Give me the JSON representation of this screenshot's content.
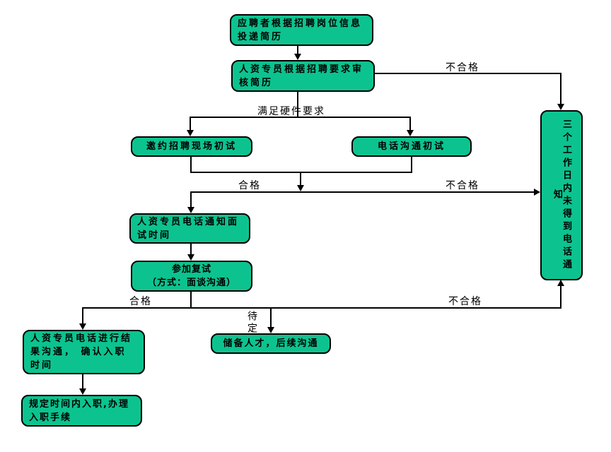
{
  "diagram": {
    "type": "flowchart",
    "language": "zh-CN",
    "topic": "recruitment-hiring-process",
    "colors": {
      "node_fill": "#0cc38f",
      "node_border": "#000000",
      "connector": "#000000",
      "background": "#ffffff",
      "text": "#000000"
    },
    "nodes": {
      "submit_resume": {
        "text": "应聘者根据招聘岗位信息投递简历"
      },
      "review_resume": {
        "text": "人资专员根据招聘要求审核简历"
      },
      "onsite_first_interview": {
        "text": "邀约招聘现场初试"
      },
      "phone_first_interview": {
        "text": "电话沟通初试"
      },
      "notify_interview_time": {
        "text": "人资专员电话通知面试时间"
      },
      "second_interview": {
        "text_line1": "参加复试",
        "text_line2": "（方式：面谈沟通）"
      },
      "result_communication": {
        "text": "人资专员电话进行结果沟通， 确认入职时间"
      },
      "onboarding": {
        "text": "规定时间内入职,办理入职手续"
      },
      "talent_pool": {
        "text": "储备人才，后续沟通"
      },
      "no_phone_notice": {
        "text": "三个工作日内未得到电话通知"
      }
    },
    "labels": {
      "unqualified_top": "不合格",
      "meets_hardware_requirements": "满足硬件要求",
      "qualified_mid": "合格",
      "unqualified_mid": "不合格",
      "qualified_bottom": "合格",
      "pending": "待定",
      "unqualified_bottom": "不合格"
    }
  }
}
